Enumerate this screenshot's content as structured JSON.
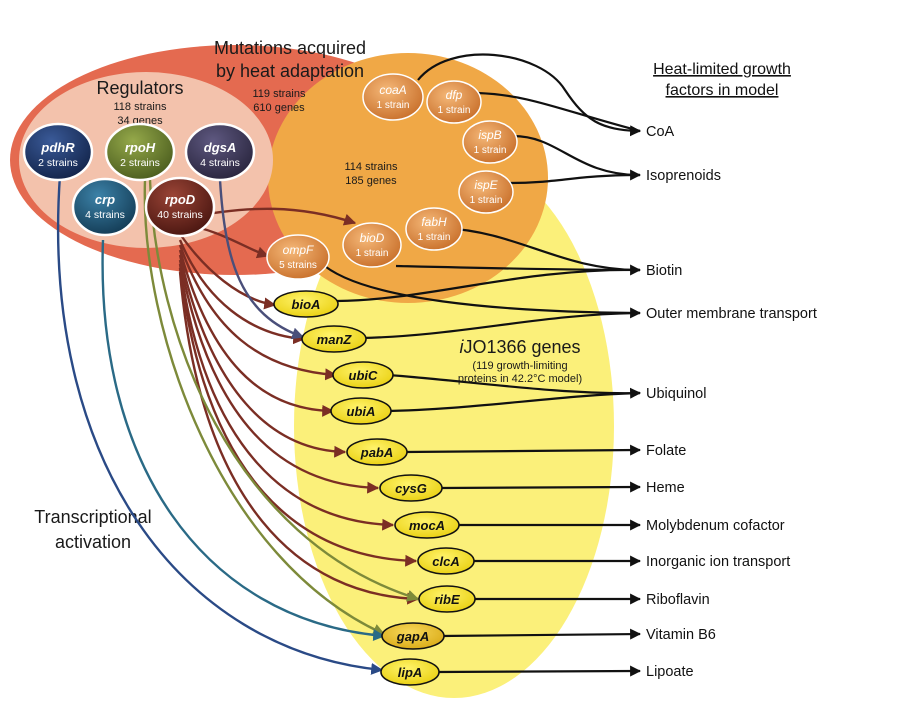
{
  "groups": {
    "mutations": {
      "title_line1": "Mutations acquired",
      "title_line2": "by heat adaptation",
      "strains": "119 strains",
      "genes": "610 genes"
    },
    "regulators": {
      "title": "Regulators",
      "strains": "118 strains",
      "genes": "34 genes"
    },
    "growth_limiting": {
      "strains": "114 strains",
      "genes": "185 genes"
    },
    "ijo": {
      "title_italic": "i",
      "title_rest": "JO1366 genes",
      "note_line1": "(119 growth-limiting",
      "note_line2": "proteins in 42.2°C model)"
    }
  },
  "heading": {
    "line1": "Heat-limited growth",
    "line2": "factors in model"
  },
  "annotation": {
    "line1": "Transcriptional",
    "line2": "activation"
  },
  "regulators": [
    {
      "id": "pdhR",
      "name": "pdhR",
      "count": "2 strains",
      "color": "#1c3566"
    },
    {
      "id": "rpoH",
      "name": "rpoH",
      "count": "2 strains",
      "color": "#6a7e2c"
    },
    {
      "id": "dgsA",
      "name": "dgsA",
      "count": "4 strains",
      "color": "#3d3855"
    },
    {
      "id": "crp",
      "name": "crp",
      "count": "4 strains",
      "color": "#1f5575"
    },
    {
      "id": "rpoD",
      "name": "rpoD",
      "count": "40 strains",
      "color": "#6b261f"
    }
  ],
  "orange_genes": [
    {
      "id": "coaA",
      "name": "coaA",
      "count": "1 strain"
    },
    {
      "id": "dfp",
      "name": "dfp",
      "count": "1 strain"
    },
    {
      "id": "ispB",
      "name": "ispB",
      "count": "1 strain"
    },
    {
      "id": "ispE",
      "name": "ispE",
      "count": "1 strain"
    },
    {
      "id": "fabH",
      "name": "fabH",
      "count": "1 strain"
    },
    {
      "id": "bioD",
      "name": "bioD",
      "count": "1 strain"
    },
    {
      "id": "ompF",
      "name": "ompF",
      "count": "5 strains"
    }
  ],
  "yellow_genes": [
    {
      "id": "bioA",
      "name": "bioA"
    },
    {
      "id": "manZ",
      "name": "manZ"
    },
    {
      "id": "ubiC",
      "name": "ubiC"
    },
    {
      "id": "ubiA",
      "name": "ubiA"
    },
    {
      "id": "pabA",
      "name": "pabA"
    },
    {
      "id": "cysG",
      "name": "cysG"
    },
    {
      "id": "mocA",
      "name": "mocA"
    },
    {
      "id": "clcA",
      "name": "clcA"
    },
    {
      "id": "ribE",
      "name": "ribE"
    },
    {
      "id": "gapA",
      "name": "gapA"
    },
    {
      "id": "lipA",
      "name": "lipA"
    }
  ],
  "factors": [
    {
      "id": "coa",
      "label": "CoA"
    },
    {
      "id": "isoprenoids",
      "label": "Isoprenoids"
    },
    {
      "id": "biotin",
      "label": "Biotin"
    },
    {
      "id": "outer-membrane-transport",
      "label": "Outer membrane transport"
    },
    {
      "id": "ubiquinol",
      "label": "Ubiquinol"
    },
    {
      "id": "folate",
      "label": "Folate"
    },
    {
      "id": "heme",
      "label": "Heme"
    },
    {
      "id": "molybdenum-cofactor",
      "label": "Molybdenum cofactor"
    },
    {
      "id": "inorganic-ion-transport",
      "label": "Inorganic ion transport"
    },
    {
      "id": "riboflavin",
      "label": "Riboflavin"
    },
    {
      "id": "vitamin-b6",
      "label": "Vitamin B6"
    },
    {
      "id": "lipoate",
      "label": "Lipoate"
    }
  ],
  "colors": {
    "mutations_region": "#e46a50",
    "regulators_region": "#f3c2ac",
    "growth_region": "#f0a846",
    "ijo_region": "#fbf07a",
    "orange_node": "#d9873e",
    "yellow_node": "#f8e31d",
    "gapA_node": "#f0c21a",
    "rpoD_link": "#7b2e24",
    "rpoH_link": "#7d8a3a",
    "crp_link": "#2a6a86",
    "pdhR_link": "#2a4a86",
    "dgsA_link": "#4a4f7a"
  }
}
